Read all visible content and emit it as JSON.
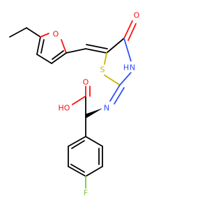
{
  "molecule": {
    "colors": {
      "carbon": "#000000",
      "oxygen": "#ff0d0d",
      "nitrogen": "#3050f8",
      "sulfur": "#c8b400",
      "fluorine": "#7cc43c"
    },
    "atom_labels": {
      "furan_oxygen": "O",
      "carbonyl_oxygen": "O",
      "ring_nitrogen": "H",
      "ring_nitrogen_symbol": "N",
      "ring_sulfur": "S",
      "imine_nitrogen": "N",
      "acid_carbonyl_oxygen": "O",
      "hydroxyl": "HO",
      "fluorine": "F"
    }
  }
}
